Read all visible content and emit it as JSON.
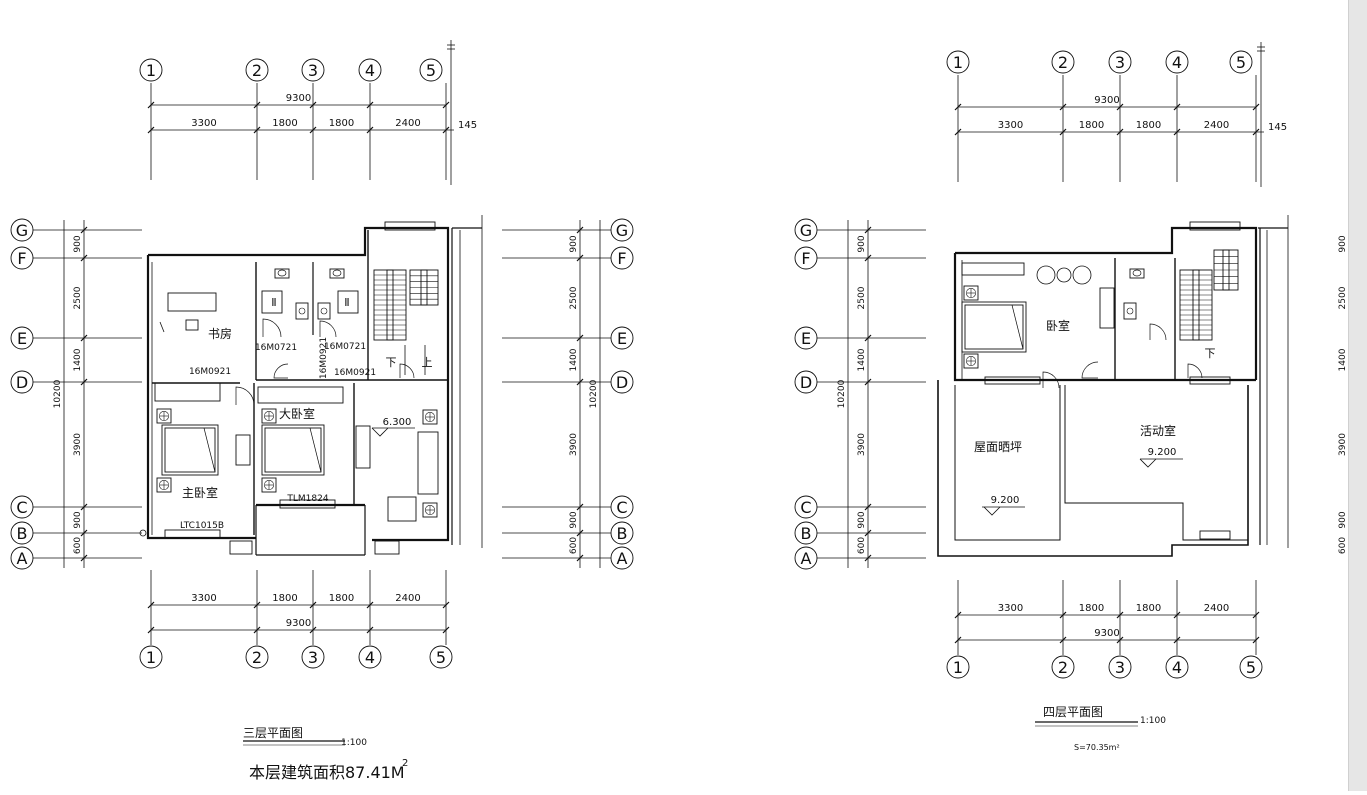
{
  "plans": [
    {
      "id": "third-floor",
      "title": "三层平面图",
      "scale": "1:100",
      "area_note": "本层建筑面积87.41M",
      "area_sup": "2",
      "total_width": "9300",
      "spans": [
        "3300",
        "1800",
        "1800",
        "2400"
      ],
      "extra_dim": "145",
      "col_axes": [
        "1",
        "2",
        "3",
        "4",
        "5"
      ],
      "row_axes": [
        "G",
        "F",
        "E",
        "D",
        "C",
        "B",
        "A"
      ],
      "row_dims": [
        "900",
        "2500",
        "1400",
        "3900",
        "900",
        "600"
      ],
      "total_height": "10200",
      "rooms": [
        "书房",
        "主卧室",
        "大卧室"
      ],
      "labels": [
        "16M0721",
        "16M0721",
        "16M0921",
        "16M0921",
        "16M0921",
        "TLM1824",
        "LTC1015B",
        "6.300",
        "下",
        "上"
      ]
    },
    {
      "id": "fourth-floor",
      "title": "四层平面图",
      "scale": "1:100",
      "area_note": "S=70.35m²",
      "total_width": "9300",
      "spans": [
        "3300",
        "1800",
        "1800",
        "2400"
      ],
      "extra_dim": "145",
      "col_axes": [
        "1",
        "2",
        "3",
        "4",
        "5"
      ],
      "row_axes": [
        "G",
        "F",
        "E",
        "D",
        "C",
        "B",
        "A"
      ],
      "row_dims": [
        "900",
        "2500",
        "1400",
        "3900",
        "900",
        "600"
      ],
      "total_height": "10200",
      "rooms": [
        "卧室",
        "活动室",
        "屋面晒坪"
      ],
      "labels": [
        "9.200",
        "9.200",
        "下"
      ]
    }
  ]
}
